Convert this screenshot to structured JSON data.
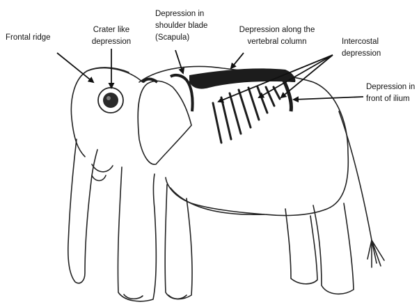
{
  "labels": {
    "frontal_ridge": "Frontal ridge",
    "crater_like_depression": "Crater like\ndepression",
    "shoulder_blade_depression": "Depression in\nshoulder blade\n(Scapula)",
    "vertebral_column_depression": "Depression along the\nvertebral column",
    "intercostal_depression": "Intercostal\ndepression",
    "ilium_depression": "Depression in\nfront of ilium"
  },
  "colors": {
    "ink": "#111111",
    "background": "#ffffff"
  }
}
